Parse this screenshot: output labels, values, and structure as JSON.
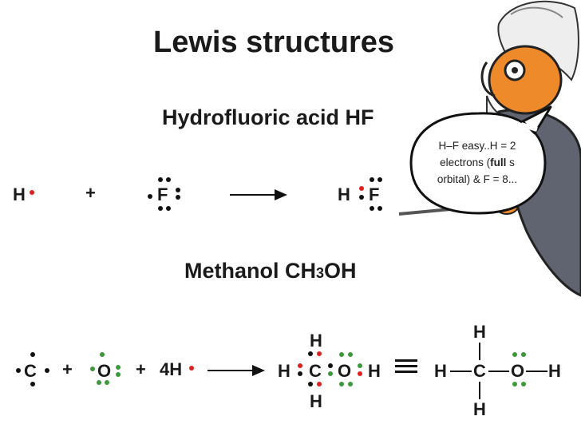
{
  "slide": {
    "title": "Lewis structures",
    "hf": {
      "heading": "Hydrofluoric acid HF",
      "h": "H",
      "plus": "+",
      "f": "F",
      "product_h": "H",
      "product_f": "F"
    },
    "methanol": {
      "heading_prefix": "Methanol CH",
      "heading_sub": "3",
      "heading_suffix": "OH",
      "c": "C",
      "plus1": "+",
      "o": "O",
      "plus2": "+",
      "four_h": "4H",
      "lewis": {
        "h_top": "H",
        "h_left": "H",
        "c": "C",
        "o": "O",
        "h_right": "H",
        "h_bottom": "H"
      },
      "structural": {
        "h_top": "H",
        "h_left": "H",
        "c": "C",
        "o": "O",
        "h_right": "H",
        "h_bottom": "H"
      }
    },
    "bubble": {
      "line1": "H–F easy..H = 2",
      "line2_pre": "electrons (",
      "line2_bold": "full",
      "line2_post": " s",
      "line3": "orbital) & F = 8..."
    }
  },
  "colors": {
    "h_electron": "#e0201e",
    "o_electron": "#3a9a3a",
    "text": "#1a1a1a"
  },
  "icons": [
    "professor-mascot-icon",
    "speech-bubble-icon",
    "reaction-arrow-icon",
    "equivalence-sign-icon"
  ]
}
